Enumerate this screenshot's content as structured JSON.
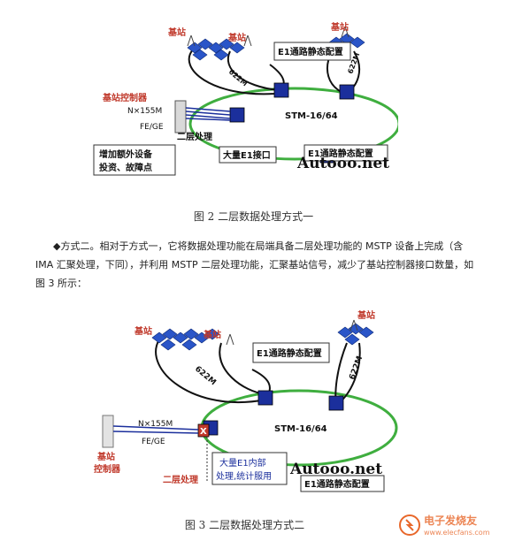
{
  "figure2": {
    "base_station_1": "基站",
    "base_station_2": "基站",
    "base_station_3": "基站",
    "e1_static_config_top": "E1通路静态配置",
    "e1_static_config_bottom": "E1通路静态配置",
    "link_rate_left": "622M",
    "link_rate_right": "622M",
    "ring_label": "STM-16/64",
    "controller_label": "基站控制器",
    "nx155m": "N×155M",
    "fe_ge": "FE/GE",
    "layer2_processing": "二层处理",
    "many_e1_interfaces": "大量E1接口",
    "extra_equipment_line1": "增加额外设备",
    "extra_equipment_line2": "投资、故障点",
    "watermark": "Autooo.net",
    "caption": "图 2    二层数据处理方式一"
  },
  "paragraph": "◆方式二。相对于方式一，它将数据处理功能在局端具备二层处理功能的 MSTP 设备上完成（含 IMA 汇聚处理，下同），并利用 MSTP 二层处理功能，汇聚基站信号，减少了基站控制器接口数量，如图 3 所示：",
  "figure3": {
    "base_station_1": "基站",
    "base_station_2": "基站",
    "base_station_3": "基站",
    "e1_static_config_top": "E1通路静态配置",
    "e1_static_config_bottom": "E1通路静态配置",
    "link_rate_left": "622M",
    "link_rate_right": "622M",
    "ring_label": "STM-16/64",
    "controller_label_line1": "基站",
    "controller_label_line2": "控制器",
    "nx155m": "N×155M",
    "fe_ge": "FE/GE",
    "layer2_processing": "二层处理",
    "internal_e1_line1": "大量E1内部",
    "internal_e1_line2": "处理,统计服用",
    "x_mark": "X",
    "watermark": "Autooo.net",
    "caption": "图 3    二层数据处理方式二"
  },
  "page_watermark": {
    "line1": "电子发烧友",
    "line2": "www.elecfans.com"
  },
  "colors": {
    "ring_green": "#3fae3f",
    "device_blue": "#1b2f9c",
    "antenna_blue": "#2a55c8",
    "label_red": "#c0392b",
    "watermark_orange": "#e8672a"
  }
}
